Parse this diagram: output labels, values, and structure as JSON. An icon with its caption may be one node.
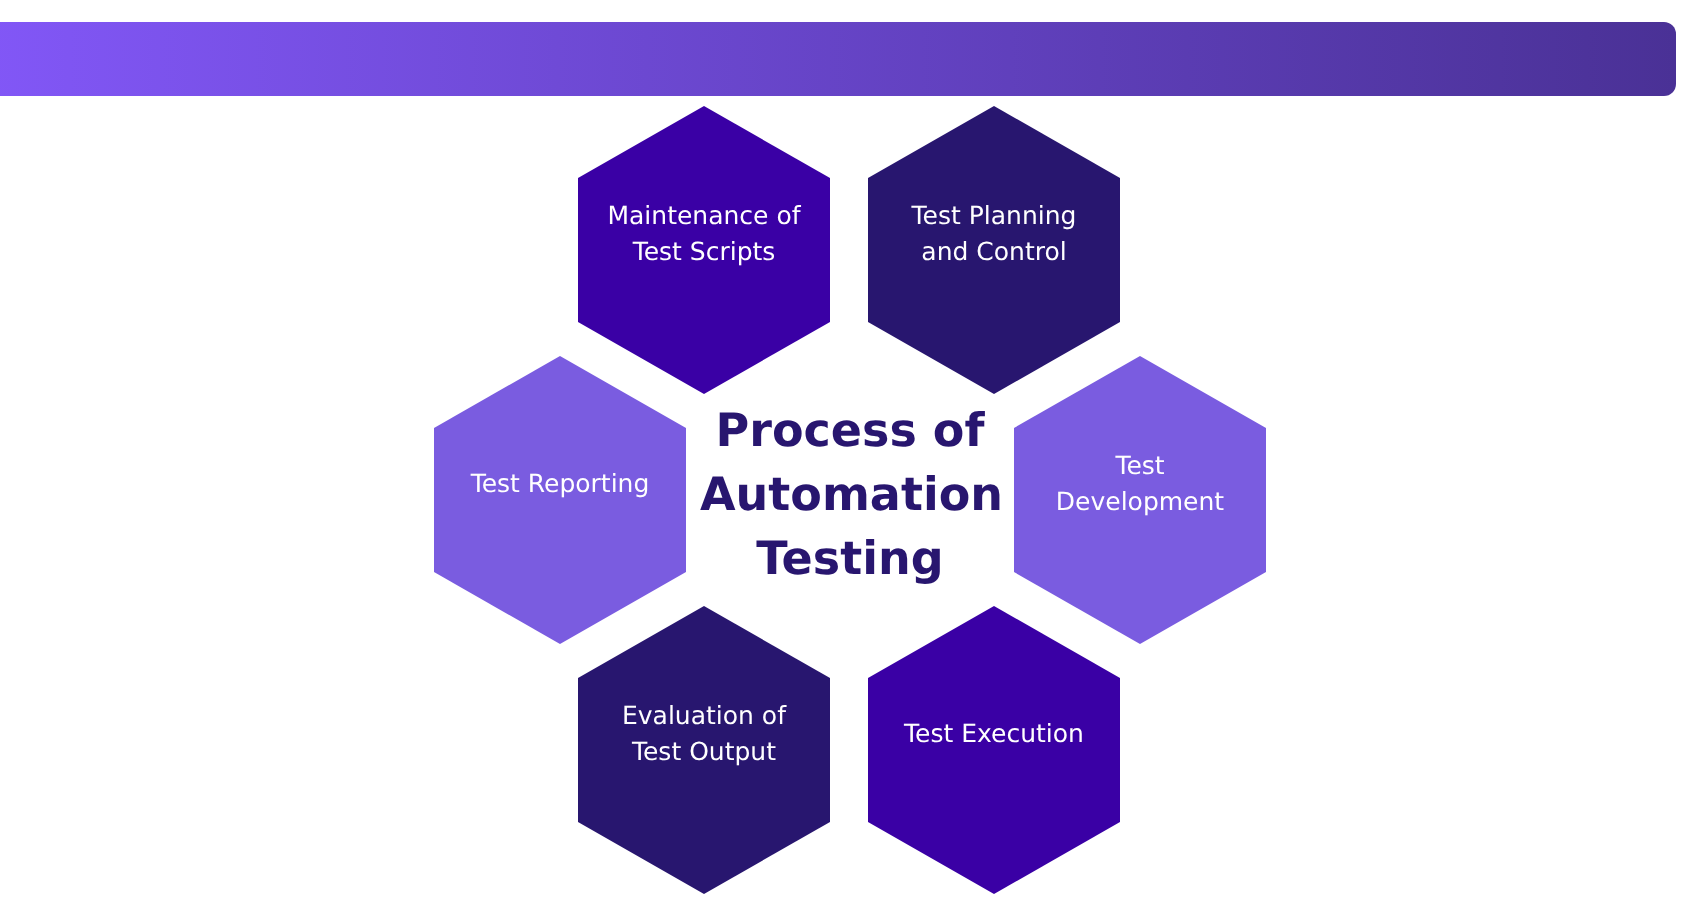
{
  "diagram": {
    "title": "Process of Automation Testing",
    "nodes": [
      {
        "text": [
          "Maintenance of Test Scripts"
        ]
      },
      {
        "text": [
          "Test Planning and Control"
        ]
      },
      {
        "text": [
          "Test Reporting"
        ]
      },
      {
        "text": [
          "Test Development"
        ]
      },
      {
        "text": [
          "Evaluation of Test Output"
        ]
      },
      {
        "text": [
          "Test Execution"
        ]
      }
    ]
  }
}
